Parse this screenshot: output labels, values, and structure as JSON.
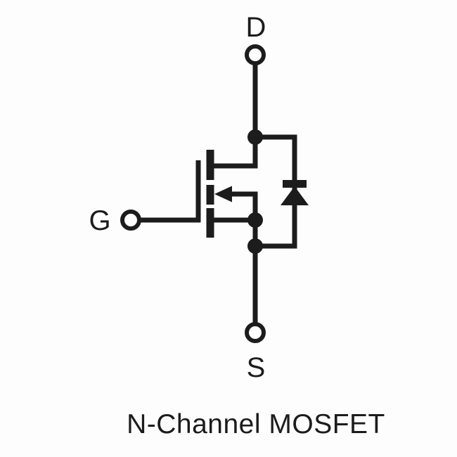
{
  "page": {
    "background": "#fdfdfd",
    "ink_color": "#1c1c1c"
  },
  "schematic": {
    "caption": "N-Channel MOSFET",
    "terminals": {
      "drain": {
        "label": "D"
      },
      "gate": {
        "label": "G"
      },
      "source": {
        "label": "S"
      }
    },
    "symbols": {
      "transistor": "n-channel-mosfet-symbol",
      "diode": "body-diode-arrow-up",
      "junction": "filled-junction-dot",
      "terminal_marker": "open-circle-terminal"
    }
  }
}
